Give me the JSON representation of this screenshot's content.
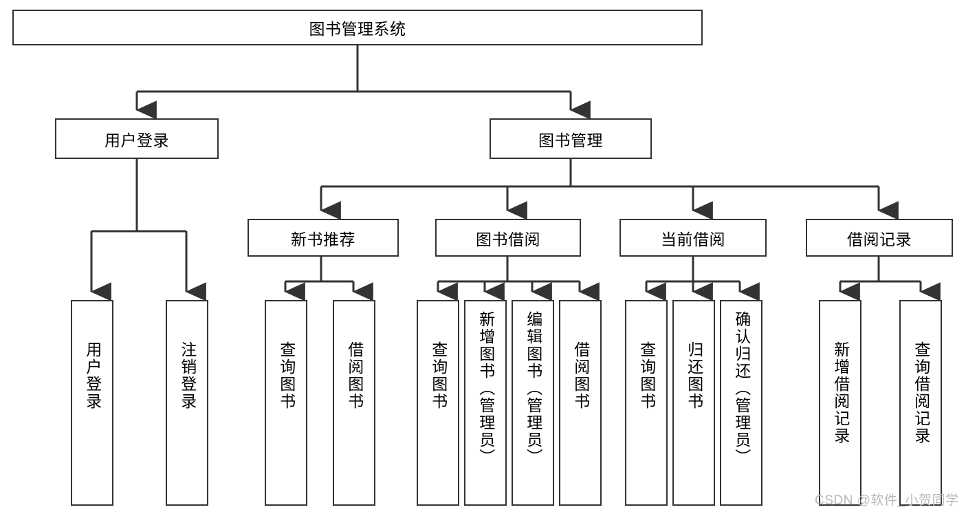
{
  "diagram": {
    "type": "tree-hierarchy-chart",
    "title": "图书管理系统",
    "root": {
      "label": "图书管理系统"
    },
    "level2": [
      {
        "label": "用户登录"
      },
      {
        "label": "图书管理"
      }
    ],
    "level3": [
      {
        "label": "新书推荐",
        "parent": "图书管理"
      },
      {
        "label": "图书借阅",
        "parent": "图书管理"
      },
      {
        "label": "当前借阅",
        "parent": "图书管理"
      },
      {
        "label": "借阅记录",
        "parent": "图书管理"
      }
    ],
    "leaves": {
      "user_login": [
        {
          "label": "用户登录"
        },
        {
          "label": "注销登录"
        }
      ],
      "new_book_recommend": [
        {
          "label": "查询图书"
        },
        {
          "label": "借阅图书"
        }
      ],
      "book_borrow": [
        {
          "label": "查询图书"
        },
        {
          "label": "新增图书（管理员）"
        },
        {
          "label": "编辑图书（管理员）"
        },
        {
          "label": "借阅图书"
        }
      ],
      "current_borrow": [
        {
          "label": "查询图书"
        },
        {
          "label": "归还图书"
        },
        {
          "label": "确认归还（管理员）"
        }
      ],
      "borrow_record": [
        {
          "label": "新增借阅记录"
        },
        {
          "label": "查询借阅记录"
        }
      ]
    }
  },
  "watermark": {
    "text": "CSDN @软件_小贺同学"
  },
  "colors": {
    "stroke": "#333333",
    "fill": "#ffffff",
    "text": "#000000",
    "watermark": "#b9b9b9"
  }
}
